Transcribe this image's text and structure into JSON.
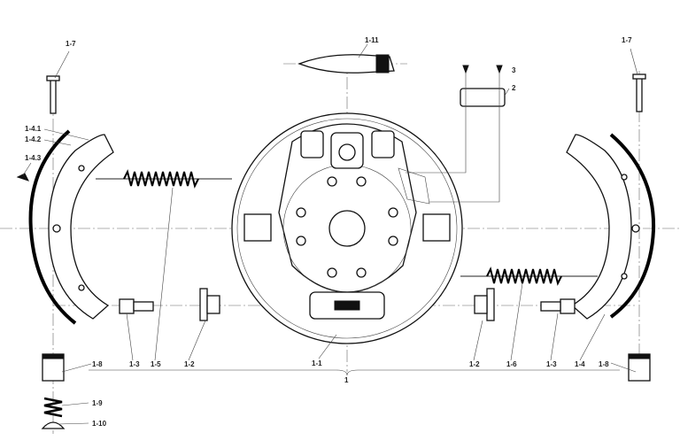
{
  "labels": {
    "pin_left": "1-7",
    "pin_right": "1-7",
    "handbrake_lever": "1-11",
    "screw": "3",
    "cover_plate": "2",
    "shoe_lining_rivet_a": "1-4.1",
    "shoe_lining_b": "1-4.2",
    "rivet_c": "1-4.3",
    "cup_left": "1-8",
    "adjuster_left": "1-3",
    "spring_upper": "1-5",
    "anchor_left": "1-2",
    "backing_plate": "1-1",
    "anchor_right": "1-2",
    "spring_lower": "1-6",
    "adjuster_right": "1-3",
    "shoe_right": "1-4",
    "cup_right": "1-8",
    "assembly": "1",
    "spring_small": "1-9",
    "retainer": "1-10"
  }
}
